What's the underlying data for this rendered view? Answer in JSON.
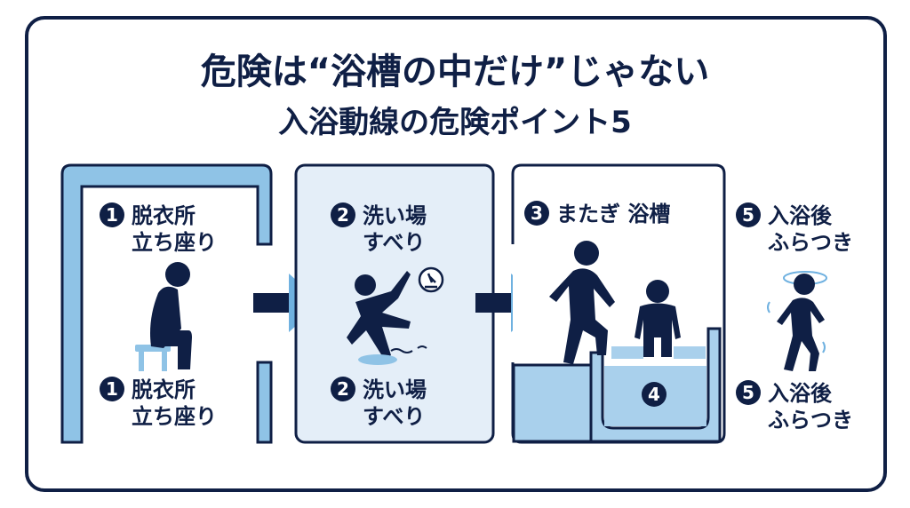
{
  "title": {
    "line1": "危険は“浴槽の中だけ”じゃない",
    "line2": "入浴動線の危険ポイント5"
  },
  "steps": [
    {
      "number": "1",
      "line1": "脱衣所",
      "line2": "立ち座り"
    },
    {
      "number": "2",
      "line1": "洗い場",
      "line2": "すべり"
    },
    {
      "number": "3",
      "line1": "またぎ 浴槽"
    },
    {
      "number": "4"
    },
    {
      "number": "5",
      "line1": "入浴後",
      "line2": "ふらつき"
    }
  ],
  "colors": {
    "navy": "#0f1f45",
    "light_blue": "#8fc3e6",
    "pale_panel": "#e4eef8"
  }
}
